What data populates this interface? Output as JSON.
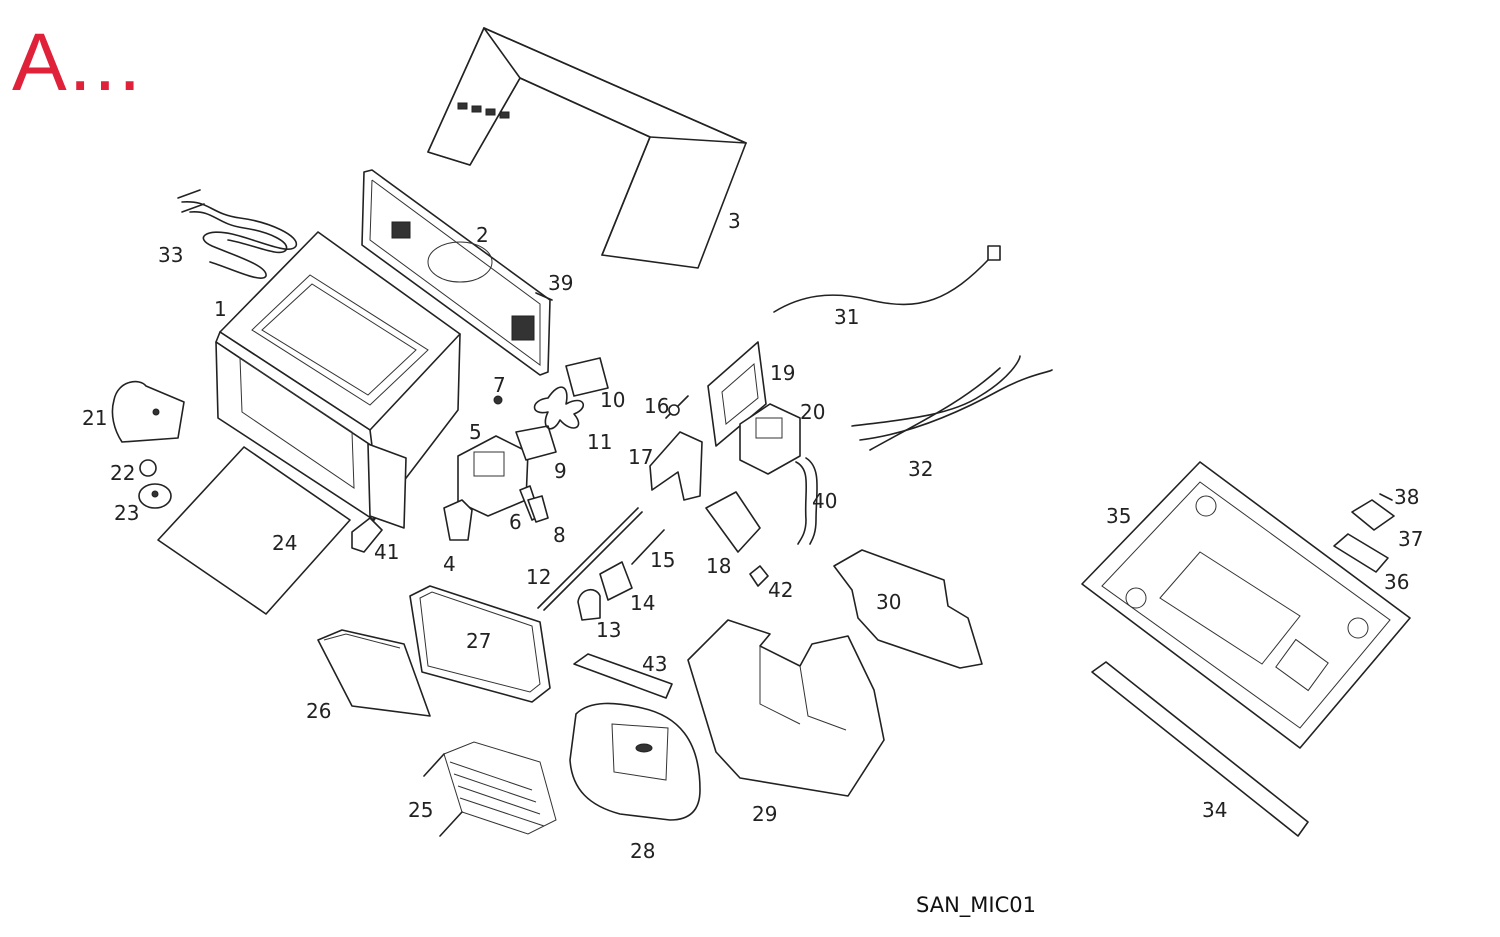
{
  "heading": "A...",
  "diagram_code": "SAN_MIC01",
  "parts": [
    {
      "id": "1",
      "label": "1"
    },
    {
      "id": "2",
      "label": "2"
    },
    {
      "id": "3",
      "label": "3"
    },
    {
      "id": "4",
      "label": "4"
    },
    {
      "id": "5",
      "label": "5"
    },
    {
      "id": "6",
      "label": "6"
    },
    {
      "id": "7",
      "label": "7"
    },
    {
      "id": "8",
      "label": "8"
    },
    {
      "id": "9",
      "label": "9"
    },
    {
      "id": "10",
      "label": "10"
    },
    {
      "id": "11",
      "label": "11"
    },
    {
      "id": "12",
      "label": "12"
    },
    {
      "id": "13",
      "label": "13"
    },
    {
      "id": "14",
      "label": "14"
    },
    {
      "id": "15",
      "label": "15"
    },
    {
      "id": "16",
      "label": "16"
    },
    {
      "id": "17",
      "label": "17"
    },
    {
      "id": "18",
      "label": "18"
    },
    {
      "id": "19",
      "label": "19"
    },
    {
      "id": "20",
      "label": "20"
    },
    {
      "id": "21",
      "label": "21"
    },
    {
      "id": "22",
      "label": "22"
    },
    {
      "id": "23",
      "label": "23"
    },
    {
      "id": "24",
      "label": "24"
    },
    {
      "id": "25",
      "label": "25"
    },
    {
      "id": "26",
      "label": "26"
    },
    {
      "id": "27",
      "label": "27"
    },
    {
      "id": "28",
      "label": "28"
    },
    {
      "id": "29",
      "label": "29"
    },
    {
      "id": "30",
      "label": "30"
    },
    {
      "id": "31",
      "label": "31"
    },
    {
      "id": "32",
      "label": "32"
    },
    {
      "id": "33",
      "label": "33"
    },
    {
      "id": "34",
      "label": "34"
    },
    {
      "id": "35",
      "label": "35"
    },
    {
      "id": "36",
      "label": "36"
    },
    {
      "id": "37",
      "label": "37"
    },
    {
      "id": "38",
      "label": "38"
    },
    {
      "id": "39",
      "label": "39"
    },
    {
      "id": "40",
      "label": "40"
    },
    {
      "id": "41",
      "label": "41"
    },
    {
      "id": "42",
      "label": "42"
    },
    {
      "id": "43",
      "label": "43"
    }
  ]
}
